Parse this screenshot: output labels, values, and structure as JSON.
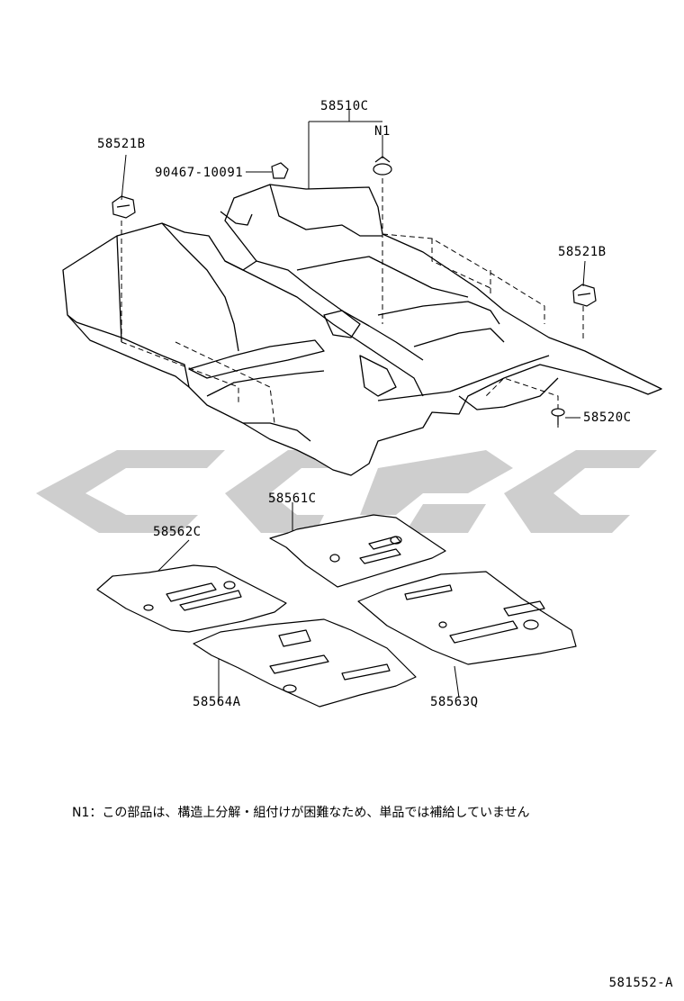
{
  "labels": {
    "carpet_assembly": "58510C",
    "note_marker": "N1",
    "clip_left": "58521B",
    "clip_right": "58521B",
    "screw_grommet": "90467-10091",
    "pin_clip": "58520C",
    "mat_front_center": "58561C",
    "mat_front_left": "58562C",
    "mat_rear_left": "58564A",
    "mat_rear_right": "58563Q"
  },
  "footnote": "N1：この部品は、構造上分解・組付けが困難なため、単品では補給していません",
  "diagram_id": "581552-A",
  "colors": {
    "line": "#000000",
    "watermark": "#c9c9c9"
  }
}
